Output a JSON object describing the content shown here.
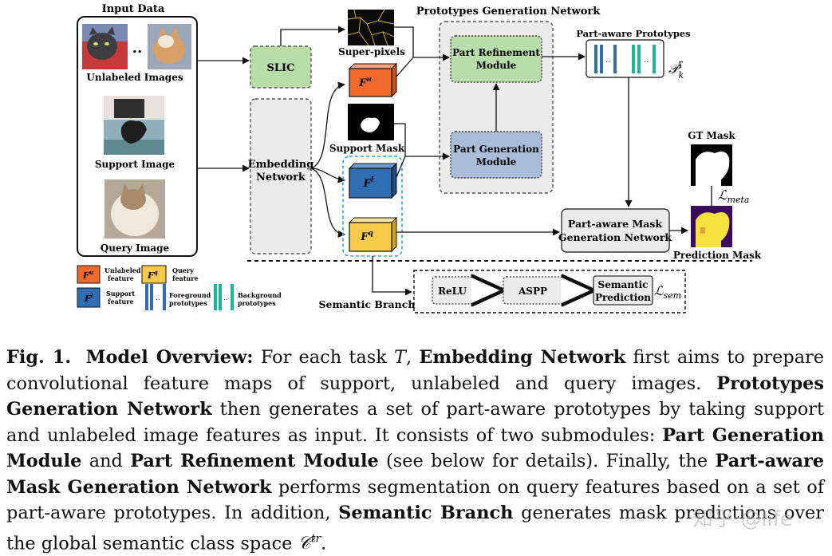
{
  "figure": {
    "input_data_title": "Input Data",
    "unlabeled_images": "Unlabeled Images",
    "support_image": "Support Image",
    "query_image": "Query Image",
    "ellipsis": "..",
    "slic": "SLIC",
    "embedding_line1": "Embedding",
    "embedding_line2": "Network",
    "superpixels": "Super-pixels",
    "support_mask": "Support Mask",
    "fu_label": "F",
    "fu_sup": "u",
    "fl_label": "F",
    "fl_sup": "l",
    "fq_label": "F",
    "fq_sup": "q",
    "pgn_title": "Prototypes Generation Network",
    "prm_line1": "Part Refinement",
    "prm_line2": "Module",
    "pgm_line1": "Part Generation",
    "pgm_line2": "Module",
    "pap_title": "Part-aware Prototypes",
    "pk_main": "𝒫",
    "pk_sub": "k",
    "pk_sup": "r",
    "gt_mask": "GT Mask",
    "l_meta_main": "ℒ",
    "l_meta_sub": "meta",
    "pamgn_line1": "Part-aware Mask",
    "pamgn_line2": "Generation Network",
    "prediction_mask": "Prediction Mask",
    "semantic_branch": "Semantic Branch",
    "relu": "ReLU",
    "aspp": "ASPP",
    "sem_pred_line1": "Semantic",
    "sem_pred_line2": "Prediction",
    "l_sem_main": "ℒ",
    "l_sem_sub": "sem",
    "legend": {
      "unlabeled_line1": "Unlabeled",
      "unlabeled_line2": "feature",
      "query_line1": "Query",
      "query_line2": "feature",
      "support_line1": "Support",
      "support_line2": "feature",
      "fg_line1": "Foreground",
      "fg_line2": "prototypes",
      "bg_line1": "Background",
      "bg_line2": "prototypes"
    },
    "colors": {
      "fu": "#f06a2e",
      "fl": "#2f6db0",
      "fq": "#f9c94a",
      "green": "#b8dcaa",
      "blue": "#a9bcd8",
      "grey": "#ebebeb",
      "teal": "#1db69a",
      "dash_blue": "#2aa8d8"
    }
  },
  "caption": {
    "fig_label": "Fig. 1.",
    "title": "Model Overview:",
    "t1": " For each task ",
    "task_T": "T",
    "t2": ", ",
    "emb": "Embedding Network",
    "t3": " first aims to prepare convolutional feature maps of support, unlabeled and query images. ",
    "pgn": "Prototypes Generation Network",
    "t4": " then generates a set of part-aware prototypes by taking support and unlabeled image features as input. It consists of two submodules: ",
    "pgm": "Part Generation Module",
    "t5": " and ",
    "prm": "Part Refinement Module",
    "t6": " (see below for details). Finally, the ",
    "pamgn": "Part-aware Mask Generation Network",
    "t7": " performs segmentation on query features based on a set of part-aware prototypes. In addition, ",
    "sb": "Semantic Branch",
    "t8": " generates mask predictions over the global semantic class space ",
    "ctr_main": "𝒞",
    "ctr_sup": "tr",
    "t9": "."
  },
  "watermark": "知乎 @life"
}
